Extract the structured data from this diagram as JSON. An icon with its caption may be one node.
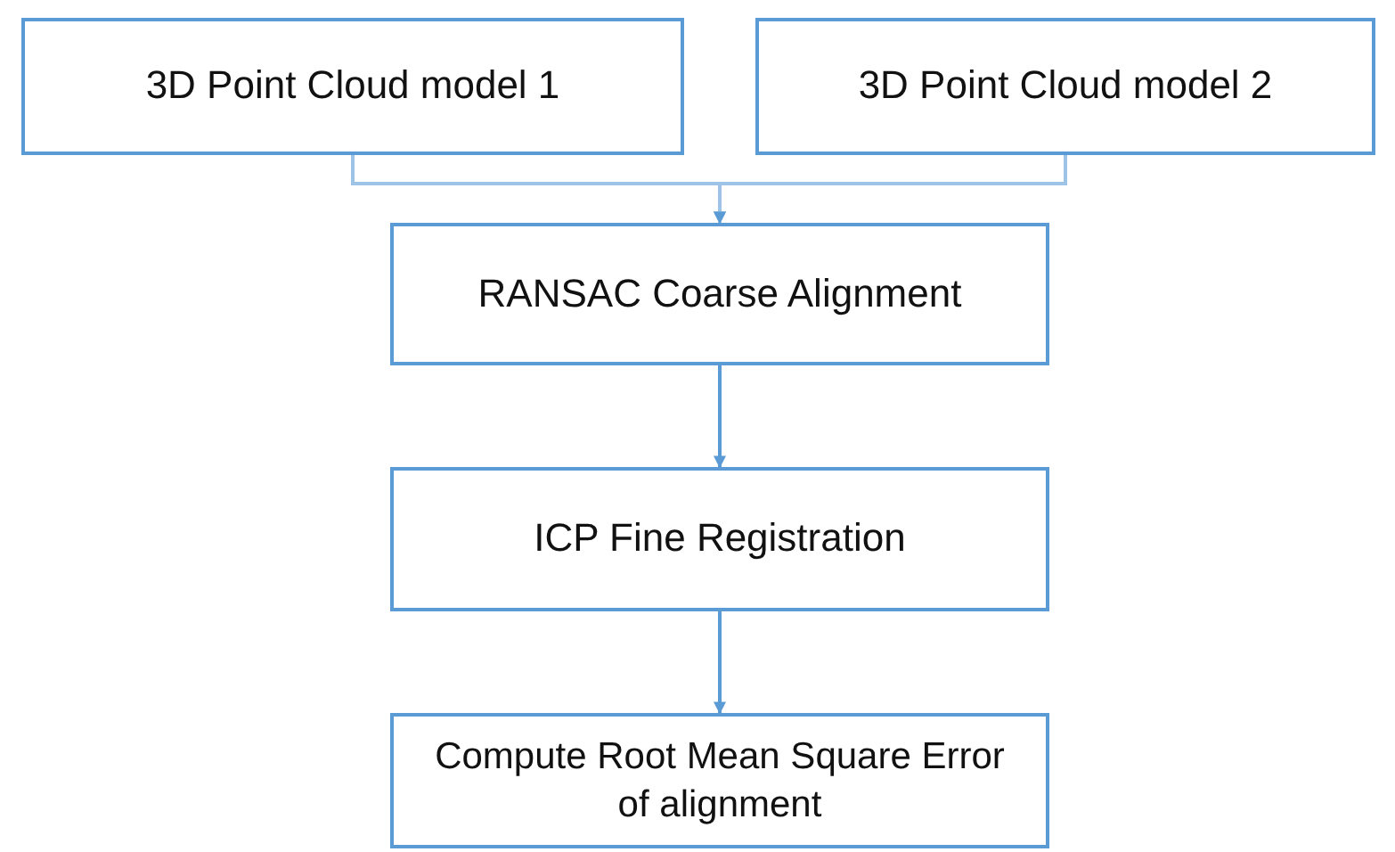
{
  "diagram": {
    "nodes": [
      {
        "text": [
          "3D Point Cloud model 1"
        ]
      },
      {
        "text": [
          "3D Point Cloud model 2"
        ]
      },
      {
        "text": [
          "RANSAC Coarse Alignment"
        ]
      },
      {
        "text": [
          "ICP Fine Registration"
        ]
      },
      {
        "text": [
          "Compute Root Mean Square Error of alignment"
        ]
      }
    ],
    "edges": [
      {
        "from": 0,
        "to": 2,
        "arrow": "to"
      },
      {
        "from": 1,
        "to": 2,
        "arrow": "to"
      },
      {
        "from": 2,
        "to": 3,
        "arrow": "to"
      },
      {
        "from": 3,
        "to": 4,
        "arrow": "to"
      }
    ]
  }
}
